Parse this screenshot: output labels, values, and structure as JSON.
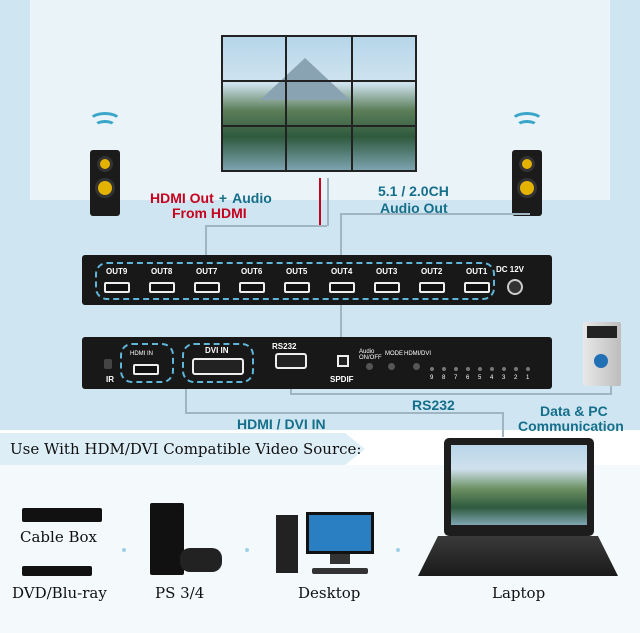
{
  "labels": {
    "hdmi_out": "HDMI Out",
    "plus": "+",
    "audio": "Audio",
    "from_hdmi": "From HDMI",
    "audio_ch": "5.1 / 2.0CH",
    "audio_out": "Audio Out",
    "hdmi_dvi_in": "HDMI / DVI IN",
    "rs232_line": "RS232",
    "data_pc": "Data & PC",
    "communication": "Communication"
  },
  "front_panel": {
    "outputs": [
      "OUT9",
      "OUT8",
      "OUT7",
      "OUT6",
      "OUT5",
      "OUT4",
      "OUT3",
      "OUT2",
      "OUT1"
    ],
    "dc": "DC 12V"
  },
  "back_panel": {
    "hdmi_in": "HDMI IN",
    "dvi_in": "DVI IN",
    "rs232": "RS232",
    "spdif": "SPDIF",
    "ir": "IR",
    "audio_onoff": "Audio ON/OFF",
    "mode": "MODE",
    "hdmi_dvi": "HDMI/DVI",
    "leds": [
      "9",
      "8",
      "7",
      "6",
      "5",
      "4",
      "3",
      "2",
      "1"
    ]
  },
  "sources": {
    "banner": "Use With HDM/DVI Compatible Video Source:",
    "cable_box": "Cable Box",
    "dvd": "DVD/Blu-ray",
    "ps": "PS 3/4",
    "desktop": "Desktop",
    "laptop": "Laptop"
  },
  "colors": {
    "accent_teal": "#156f8a",
    "accent_red": "#c6001d",
    "room": "#cfe6f2"
  }
}
